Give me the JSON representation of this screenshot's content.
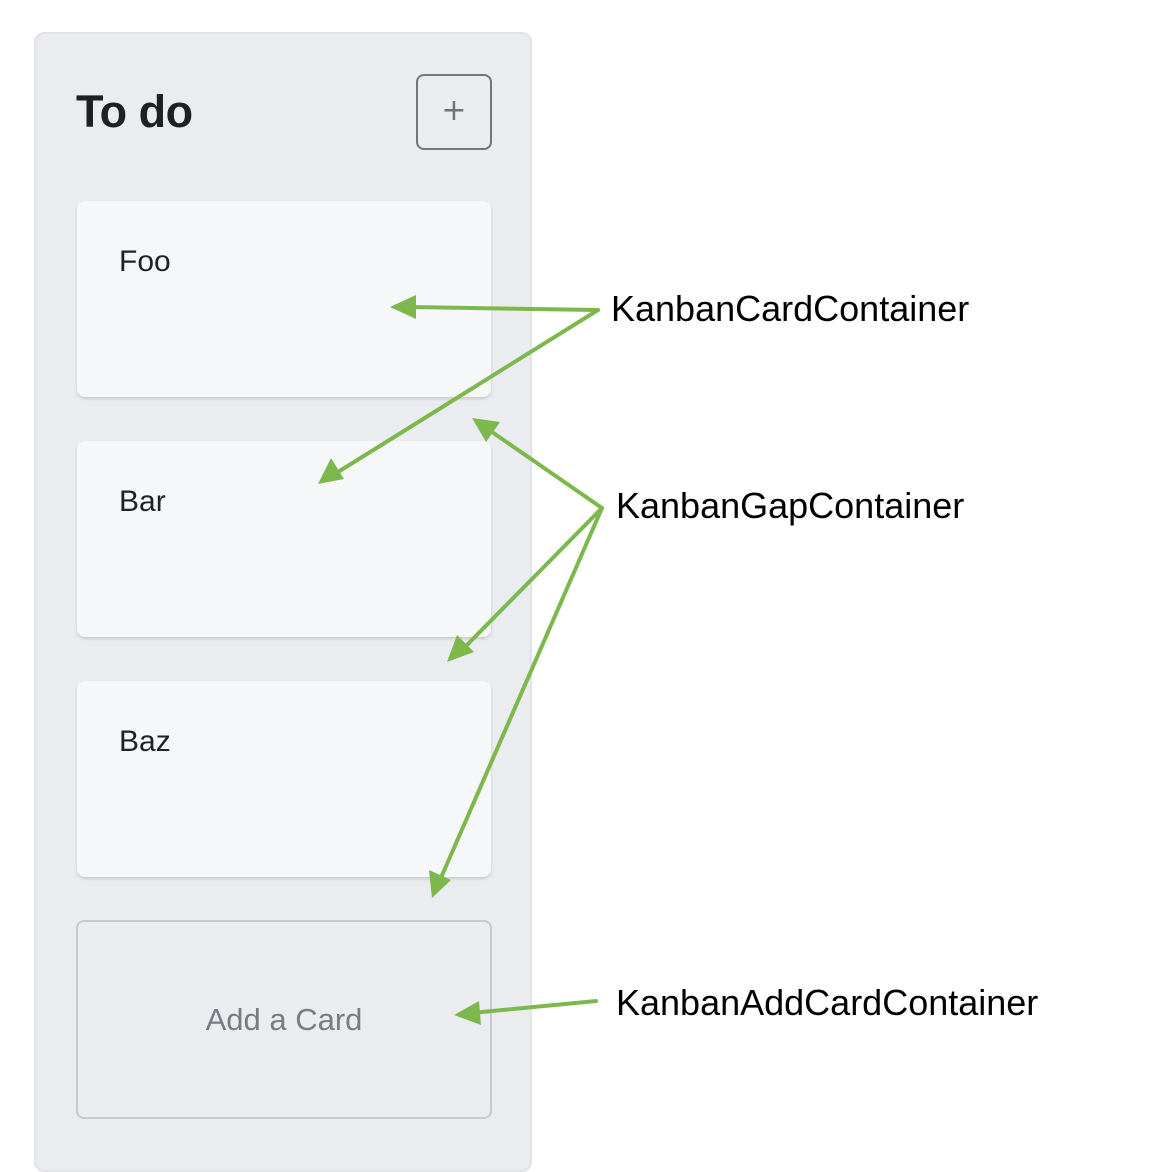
{
  "column": {
    "title": "To do",
    "add_button_label": "+",
    "cards": [
      {
        "label": "Foo"
      },
      {
        "label": "Bar"
      },
      {
        "label": "Baz"
      }
    ],
    "add_card_label": "Add a Card"
  },
  "annotations": {
    "card_container": "KanbanCardContainer",
    "gap_container": "KanbanGapContainer",
    "add_card_container": "KanbanAddCardContainer"
  },
  "colors": {
    "arrow": "#7cb84c",
    "column_bg": "#ebecef",
    "card_bg": "#f6f7f9"
  }
}
